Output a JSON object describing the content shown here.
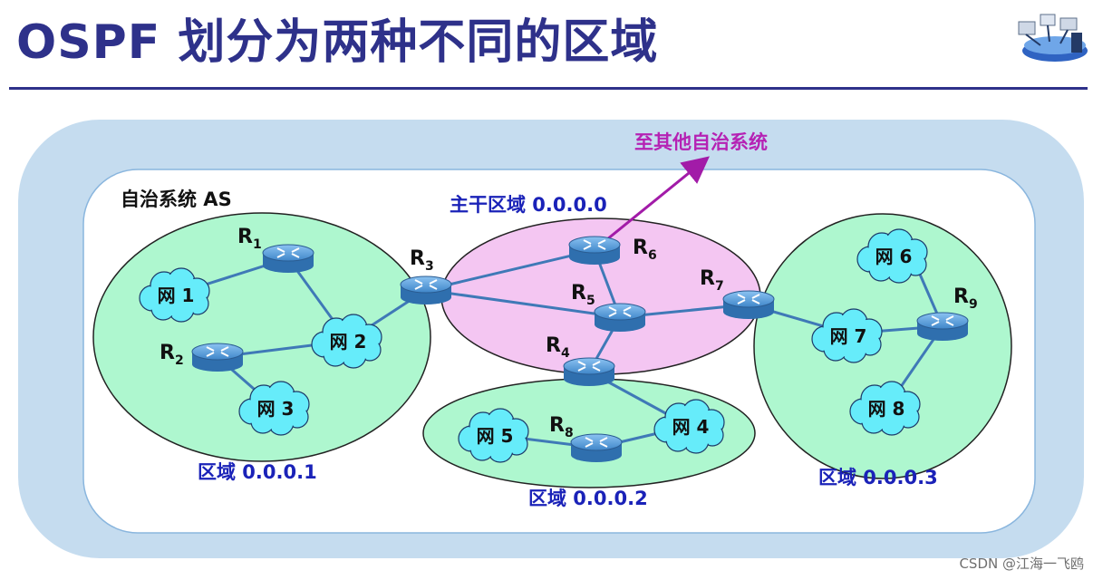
{
  "title": "OSPF 划分为两种不同的区域",
  "watermark": "CSDN @江海一飞鸥",
  "labels": {
    "as": "自治系统 AS",
    "backbone": "主干区域 0.0.0.0",
    "area1": "区域 0.0.0.1",
    "area2": "区域 0.0.0.2",
    "area3": "区域 0.0.0.3",
    "external": "至其他自治系统"
  },
  "routers": [
    {
      "id": "R1",
      "letter": "R",
      "sub": "1"
    },
    {
      "id": "R2",
      "letter": "R",
      "sub": "2"
    },
    {
      "id": "R3",
      "letter": "R",
      "sub": "3"
    },
    {
      "id": "R4",
      "letter": "R",
      "sub": "4"
    },
    {
      "id": "R5",
      "letter": "R",
      "sub": "5"
    },
    {
      "id": "R6",
      "letter": "R",
      "sub": "6"
    },
    {
      "id": "R7",
      "letter": "R",
      "sub": "7"
    },
    {
      "id": "R8",
      "letter": "R",
      "sub": "8"
    },
    {
      "id": "R9",
      "letter": "R",
      "sub": "9"
    }
  ],
  "networks": [
    {
      "id": "net1",
      "label": "网 1"
    },
    {
      "id": "net2",
      "label": "网 2"
    },
    {
      "id": "net3",
      "label": "网 3"
    },
    {
      "id": "net4",
      "label": "网 4"
    },
    {
      "id": "net5",
      "label": "网 5"
    },
    {
      "id": "net6",
      "label": "网 6"
    },
    {
      "id": "net7",
      "label": "网 7"
    },
    {
      "id": "net8",
      "label": "网 8"
    }
  ],
  "colors": {
    "title": "#2e318a",
    "area_label": "#1a22b8",
    "external_label": "#b522b4",
    "outer_band": "#c5dcef",
    "area_fill": "#aef7cf",
    "backbone_fill": "#f4c6f2",
    "cloud_fill": "#66ecfa",
    "link": "#3f79b7",
    "router": "#3a7fc0",
    "arrow": "#a21ba8"
  }
}
